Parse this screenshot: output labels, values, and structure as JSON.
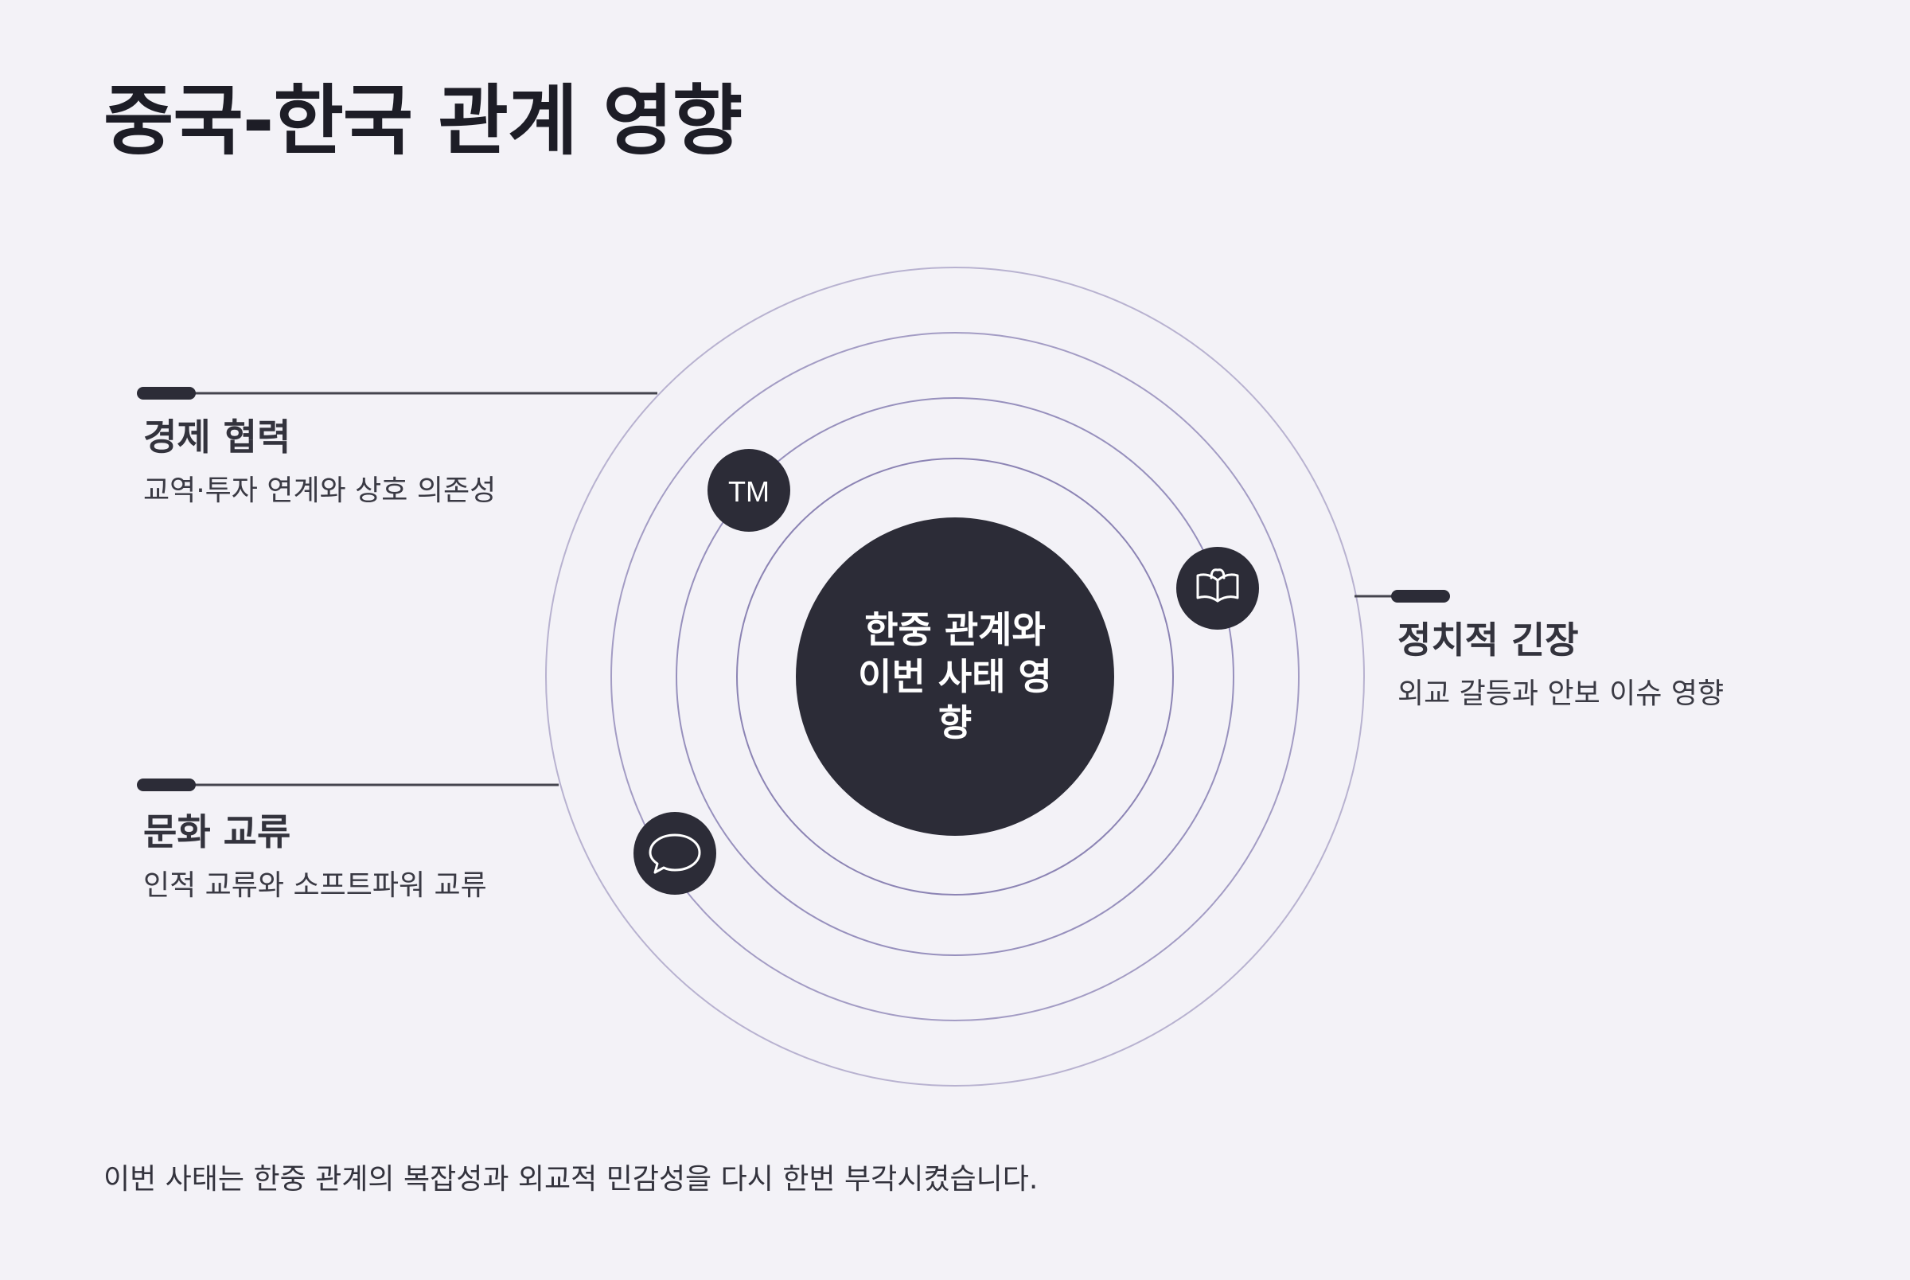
{
  "title": "중국-한국 관계 영향",
  "center": {
    "label": "한중 관계와 이번 사태 영향"
  },
  "items": [
    {
      "title": "경제 협력",
      "desc": "교역·투자 연계와 상호 의존성",
      "icon": "trademark-icon"
    },
    {
      "title": "정치적 긴장",
      "desc": "외교 갈등과 안보 이슈 영향",
      "icon": "open-book-icon"
    },
    {
      "title": "문화 교류",
      "desc": "인적 교류와 소프트파워 교류",
      "icon": "speech-bubble-icon"
    }
  ],
  "badge_text": "TM",
  "footer": "이번 사태는 한중 관계의 복잡성과 외교적 민감성을 다시 한번 부각시켰습니다.",
  "colors": {
    "background": "#f3f2f7",
    "dark": "#2c2c37",
    "ring": "#8c84b4"
  }
}
